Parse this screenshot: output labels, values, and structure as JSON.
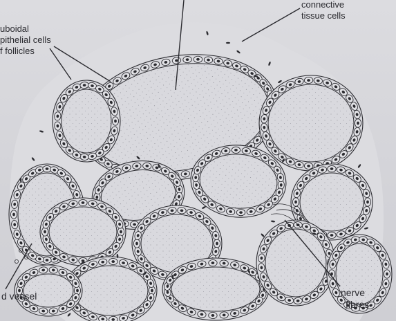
{
  "labels": {
    "connective_tissue_1": "connective",
    "connective_tissue_2": "tissue cells",
    "cuboidal_1": "uboidal",
    "cuboidal_2": "pithelial cells",
    "cuboidal_3": "f follicles",
    "blood_vessel": "d  vessel",
    "nerve_1": "nerve",
    "nerve_2": "fibres"
  },
  "colors": {
    "background": "#d6d6da",
    "ink": "#2b2b30",
    "colloid_dots": "#8d8d95"
  },
  "follicle_count": 14
}
